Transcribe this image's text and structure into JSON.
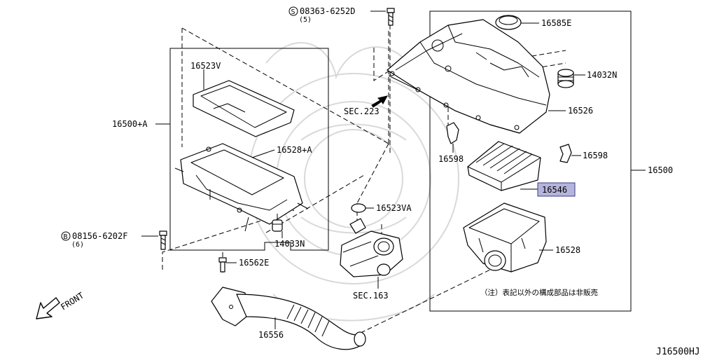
{
  "diagram": {
    "code": "J16500HJ",
    "note": "（注）表記以外の構成部品は非販売",
    "front_label": "FRONT",
    "highlight_color": "#b5b5dc",
    "labels": {
      "bolt_s_part": "08363-6252D",
      "bolt_s_prefix": "S",
      "bolt_s_qty": "(5)",
      "cap": "16585E",
      "plug": "14032N",
      "upper_case": "16526",
      "clip_right": "16598",
      "clip_left": "16598",
      "filter": "16546",
      "lower_case": "16528",
      "assembly": "16500",
      "sec223": "SEC.223",
      "seal": "16523VA",
      "sec163": "SEC.163",
      "bolt_e": "16562E",
      "duct": "16556",
      "gasket": "16523V",
      "sub_assembly": "16500+A",
      "sub_lower_case": "16528+A",
      "mount": "14033N",
      "bolt_b_part": "08156-6202F",
      "bolt_b_prefix": "B",
      "bolt_b_qty": "(6)"
    }
  }
}
